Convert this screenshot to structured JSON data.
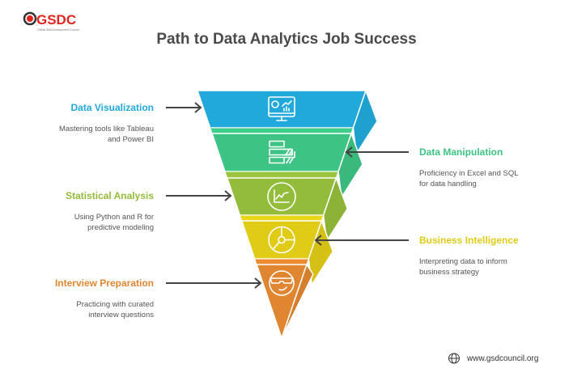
{
  "logo": {
    "name": "GSDC",
    "tagline": "Global Skill Development Council"
  },
  "title": "Path to Data Analytics Job Success",
  "stages": [
    {
      "heading": "Data Visualization",
      "desc1": "Mastering tools like Tableau",
      "desc2": "and Power BI",
      "color": "#20A9DA",
      "icon": "monitor-chart-icon"
    },
    {
      "heading": "Data Manipulation",
      "desc1": "Proficiency in Excel and SQL",
      "desc2": "for data handling",
      "color": "#3DC384",
      "icon": "table-bars-icon"
    },
    {
      "heading": "Statistical Analysis",
      "desc1": "Using Python and R for",
      "desc2": "predictive modeling",
      "color": "#93BC3A",
      "icon": "line-chart-icon"
    },
    {
      "heading": "Business Intelligence",
      "desc1": "Interpreting data to inform",
      "desc2": "business strategy",
      "color": "#E0CB17",
      "icon": "pie-chart-icon"
    },
    {
      "heading": "Interview Preparation",
      "desc1": "Practicing with curated",
      "desc2": "interview questions",
      "color": "#E08530",
      "icon": "cool-face-icon"
    }
  ],
  "footer": {
    "website": "www.gsdcouncil.org"
  }
}
